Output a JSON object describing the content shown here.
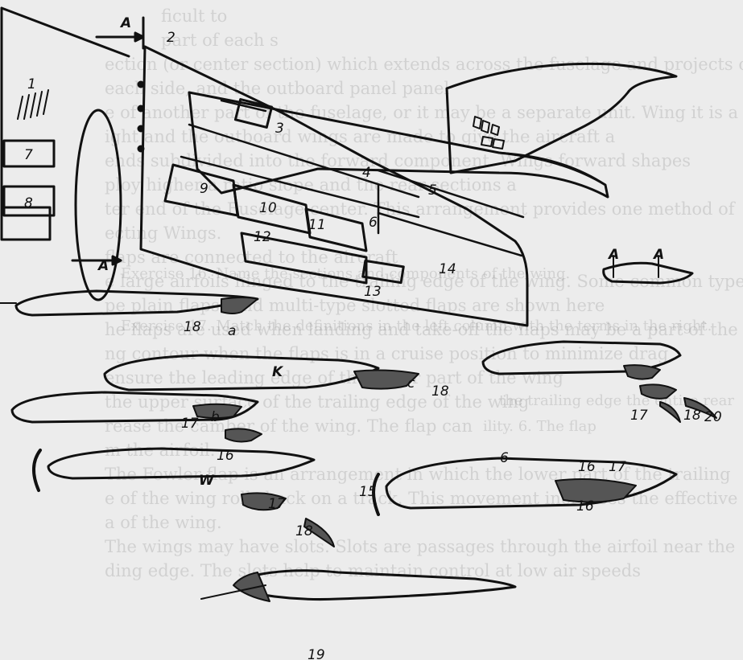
{
  "bleed_text": [
    "ficult to",
    "part of each s",
    "ection (or center section) which extends across the fuselage and projects outward",
    "each side, and the outboard panel panel",
    "e of another part of the fuselage, or it may be a separate unit. Wing it is a",
    "ight and the outboard wings are made to give the aircraft a",
    "ends subdivided into the forward component. Wings forward shapes",
    "ploy higher a ratio slope and the rear sections a",
    "ter end of the Fuselage center. This arrangement provides one method of",
    "ecting Wings.",
    "flaps are connected to the aircraft",
    "e large airfoils hinged to the trailing edge of the wing. Some common types of",
    "pe plain flaps) and multi-type slotted flaps are shown here",
    "he flaps are used when landing and take-off the flaps may be a part of the",
    "ng contour when the flaps is in a cruise position to minimize drag",
    "ensure the leading edge of the lower part of the wing",
    "the upper surface of the trailing edge of the wing",
    "rease the camber of the wing. The flap can",
    "m the airfoil.",
    "The Fowler flap is an arrangement in which the lower part of the trailing",
    "e of the wing rolls back on a track. This movement increases the effective",
    "a of the wing.",
    "The wings may have slots. Slots are passages through the airfoil near the",
    "ding edge. The slots help to maintain control at low air speeds"
  ],
  "bleed_text_right": [
    "Exercise 16. Name the sections and components of the wing.",
    "Exercise 17. Match the definitions in the left column with the terms in the right.",
    "the trailing edge the entire rear",
    "ility. 6. The flap"
  ],
  "labels": {
    "n1": "1",
    "n2": "2",
    "n3": "3",
    "n4": "4",
    "n5": "5",
    "n6": "6",
    "n7": "7",
    "n8": "8",
    "n9": "9",
    "n10": "10",
    "n11": "11",
    "n12": "12",
    "n13": "13",
    "n14": "14",
    "n15": "15",
    "n16": "16",
    "n16b": "16",
    "n16c": "16",
    "n17": "17",
    "n17b": "17",
    "n17c": "17",
    "n17d": "17",
    "n18": "18",
    "n18b": "18",
    "n18c": "18",
    "n18d": "18",
    "n19": "19",
    "n20": "20",
    "a_upper": "A",
    "a_lower": "A",
    "a_right1": "A",
    "a_right2": "A",
    "k": "K",
    "w": "W",
    "a_sec": "a",
    "b_sec": "b",
    "c_sec": "c",
    "b2_sec": "6"
  }
}
